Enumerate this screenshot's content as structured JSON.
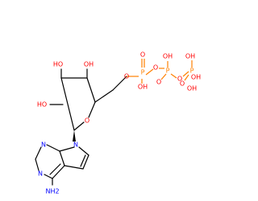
{
  "molecule": {
    "atoms": {
      "ho_top": "HO",
      "oh_top": "OH",
      "p1_o_ester": "O",
      "p1": "P",
      "p1_oxo": "O",
      "p1_oh": "OH",
      "bridge1": "O",
      "p2": "P",
      "p2_oh": "OH",
      "p2_oxo": "O",
      "bridge2": "O",
      "p3": "P",
      "p3_oh_top": "OH",
      "p3_oh_right": "OH",
      "p3_oxo": "O",
      "p3_oh_bottom": "OH",
      "ring_o": "O",
      "ho_left": "HO",
      "n_glyco": "N",
      "n_ring1": "N",
      "n_ring2": "N",
      "amine": "NH2"
    },
    "colors": {
      "oxygen": "#ff0000",
      "phosphorus": "#ff8000",
      "nitrogen": "#0000ff",
      "carbon": "#000000"
    }
  }
}
